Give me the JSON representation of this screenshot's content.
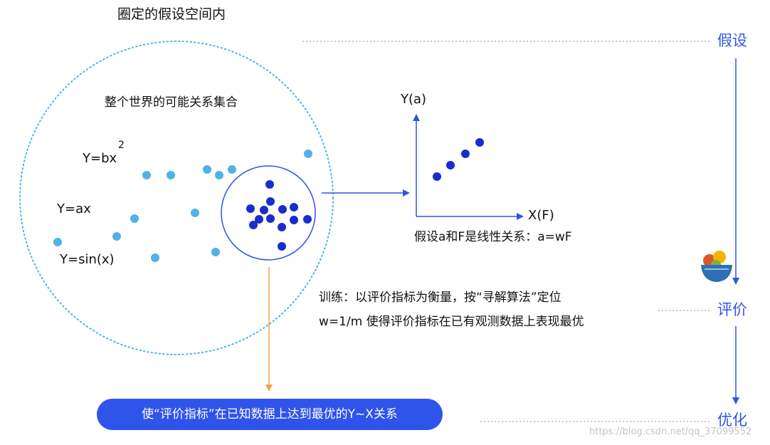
{
  "title": "圈定的假设空间内",
  "world_label": "整个世界的可能关系集合",
  "equations": {
    "quadratic_base": "Y=bx",
    "quadratic_exponent": "2",
    "linear": "Y=ax",
    "sine": "Y=sin(x)"
  },
  "plot": {
    "y_label": "Y(a)",
    "x_label": "X(F)",
    "caption": "假设a和F是线性关系：a=wF"
  },
  "training": {
    "line1": "训练：以评价指标为衡量，按“寻解算法”定位",
    "line2": "w=1/m  使得评价指标在已有观测数据上表现最优"
  },
  "goal": "使“评价指标”在已知数据上达到最优的Y~X关系",
  "stages": {
    "hypothesis": "假设",
    "evaluation": "评价",
    "optimization": "优化"
  },
  "watermark": "https://blog.csdn.net/qq_37099552",
  "icons": {
    "bowl": "fruit-bowl-icon"
  },
  "colors": {
    "accent_blue": "#2f54eb",
    "dark_dot": "#1a2ccc",
    "light_dot": "#4fb3e6",
    "orange_arrow": "#f5a04a",
    "guide_gray": "#aaaaaa"
  }
}
